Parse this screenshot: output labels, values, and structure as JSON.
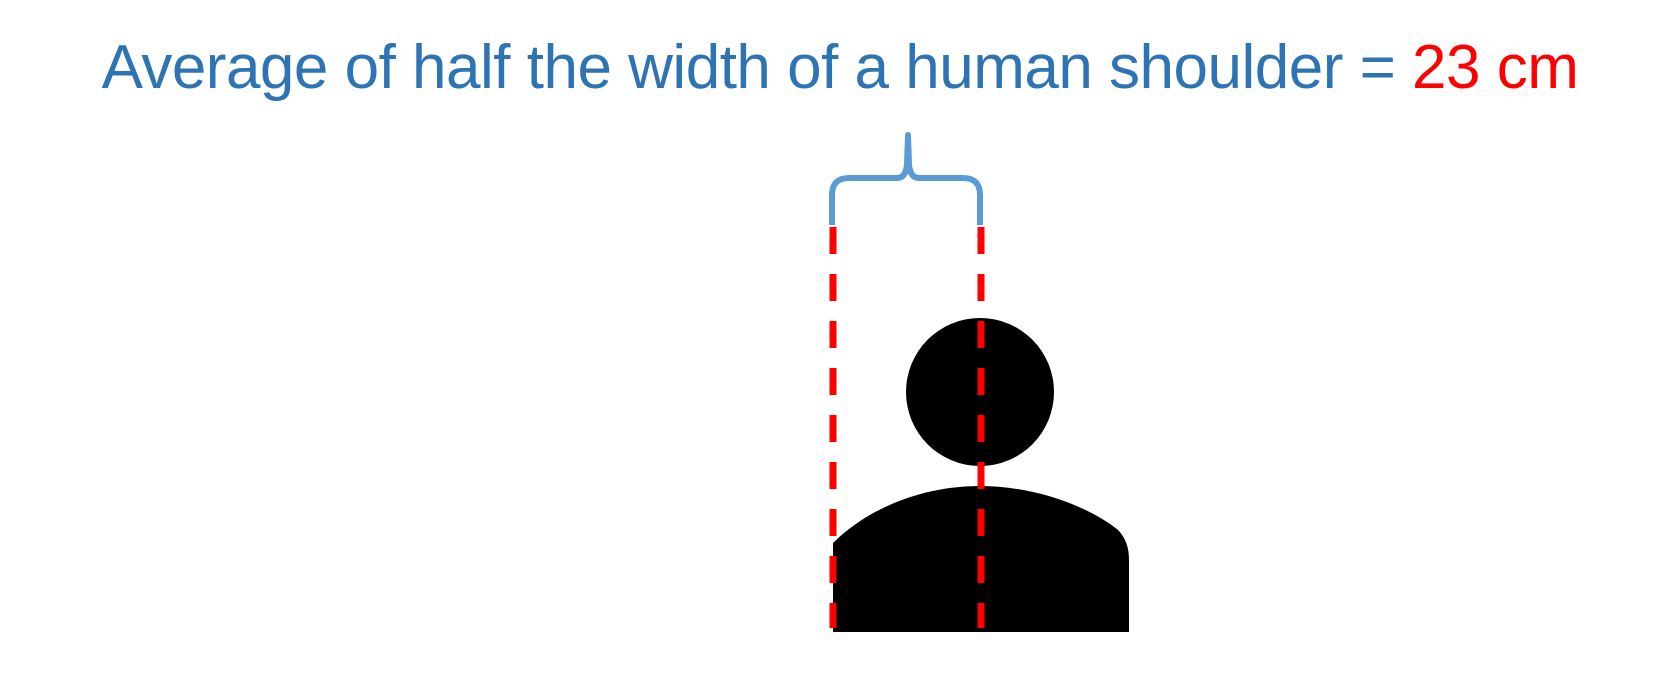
{
  "title": {
    "label": "Average of half the width of a human shoulder = ",
    "value": "23 cm"
  },
  "colors": {
    "label_text": "#2e74b5",
    "value_text": "#ff0000",
    "brace": "#5b9bd5",
    "guide_lines": "#ff0000",
    "person": "#000000"
  },
  "icons": [
    "curly-brace",
    "person-silhouette"
  ]
}
